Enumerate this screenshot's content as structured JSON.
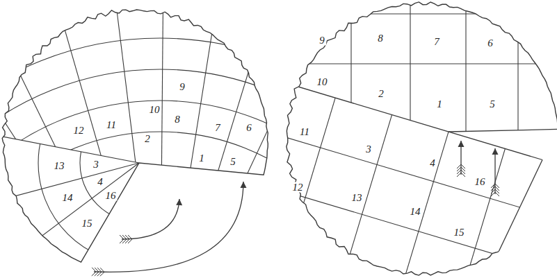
{
  "diagram": {
    "labels": [
      "9",
      "10",
      "8",
      "7",
      "6",
      "12",
      "11",
      "2",
      "1",
      "5",
      "13",
      "3",
      "14",
      "4",
      "15",
      "16",
      "9",
      "8",
      "7",
      "6",
      "10",
      "2",
      "1",
      "5",
      "11",
      "3",
      "4",
      "16",
      "12",
      "13",
      "14",
      "15"
    ]
  }
}
